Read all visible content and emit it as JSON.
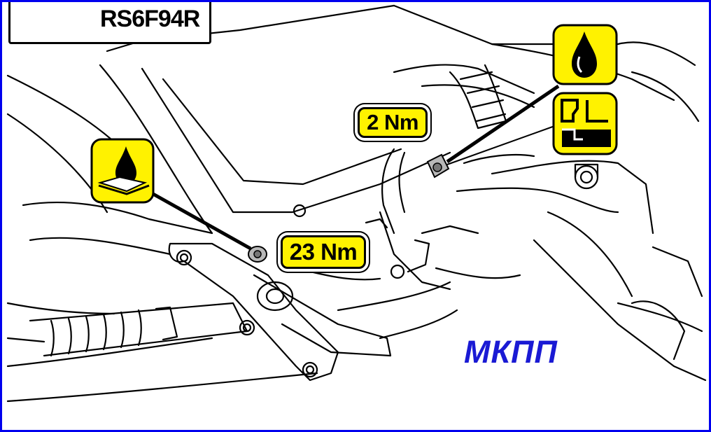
{
  "header": {
    "model_code": "RS6F94R"
  },
  "torque_labels": {
    "upper": "2 Nm",
    "lower": "23 Nm"
  },
  "caption": "МКПП",
  "icons": [
    "transmission-icon",
    "oil-drop-icon",
    "oil-level-icon",
    "sealant-icon"
  ],
  "colors": {
    "label_fill": "#fff200",
    "frame": "#0000ee",
    "caption": "#1a1ad4",
    "ink": "#000000"
  }
}
